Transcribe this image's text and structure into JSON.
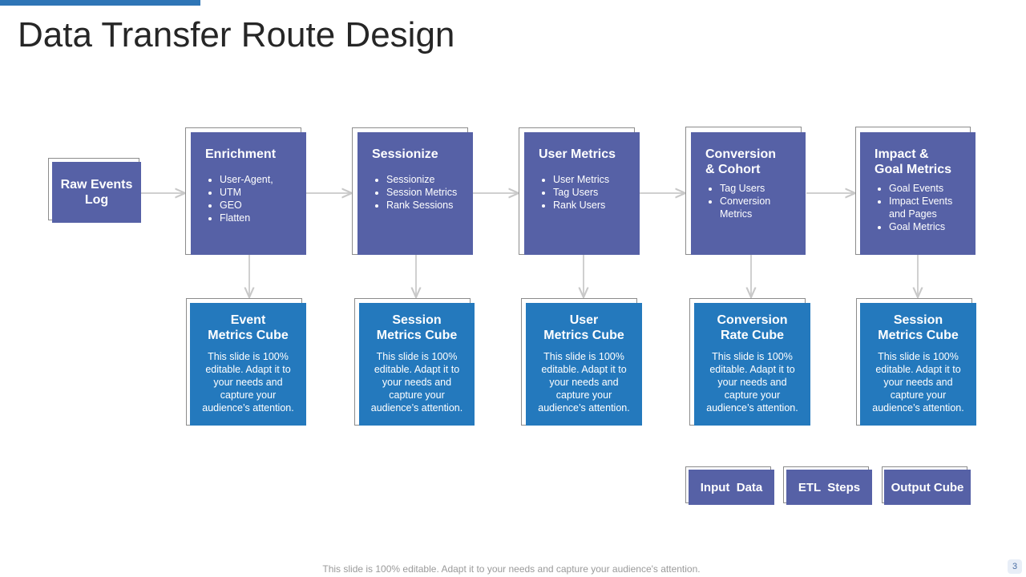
{
  "title": "Data Transfer Route Design",
  "colors": {
    "purple": "#5661a6",
    "blue": "#2479bd",
    "accent": "#2e75b6"
  },
  "source": {
    "label": "Raw Events\nLog"
  },
  "steps": [
    {
      "heading": "Enrichment",
      "items": [
        "User-Agent,",
        "UTM",
        "GEO",
        "Flatten"
      ]
    },
    {
      "heading": "Sessionize",
      "items": [
        "Sessionize",
        "Session Metrics",
        "Rank Sessions"
      ]
    },
    {
      "heading": "User Metrics",
      "items": [
        "User Metrics",
        "Tag Users",
        "Rank Users"
      ]
    },
    {
      "heading": "Conversion\n& Cohort",
      "items": [
        "Tag Users",
        "Conversion\nMetrics"
      ]
    },
    {
      "heading": "Impact &\nGoal Metrics",
      "items": [
        "Goal Events",
        "Impact Events\nand Pages",
        "Goal Metrics"
      ]
    }
  ],
  "cubes": [
    {
      "heading": "Event\nMetrics  Cube",
      "desc": "This slide is 100% editable. Adapt it to your needs and capture your audience’s attention."
    },
    {
      "heading": "Session\nMetrics Cube",
      "desc": "This slide is 100% editable. Adapt it to your needs and capture your audience’s attention."
    },
    {
      "heading": "User\nMetrics Cube",
      "desc": "This slide is 100% editable. Adapt it to your needs and capture your audience’s attention."
    },
    {
      "heading": "Conversion\nRate Cube",
      "desc": "This slide is 100% editable. Adapt it to your needs and capture your audience’s attention."
    },
    {
      "heading": "Session\nMetrics  Cube",
      "desc": "This slide is 100% editable. Adapt it to your needs and capture your audience’s attention."
    }
  ],
  "legend": [
    {
      "label": "Input  Data",
      "color": "purple"
    },
    {
      "label": "ETL  Steps",
      "color": "purple"
    },
    {
      "label": "Output Cube",
      "color": "purple"
    }
  ],
  "footer": "This slide is 100% editable. Adapt it to your needs and capture your audience's attention.",
  "page_number": "3"
}
